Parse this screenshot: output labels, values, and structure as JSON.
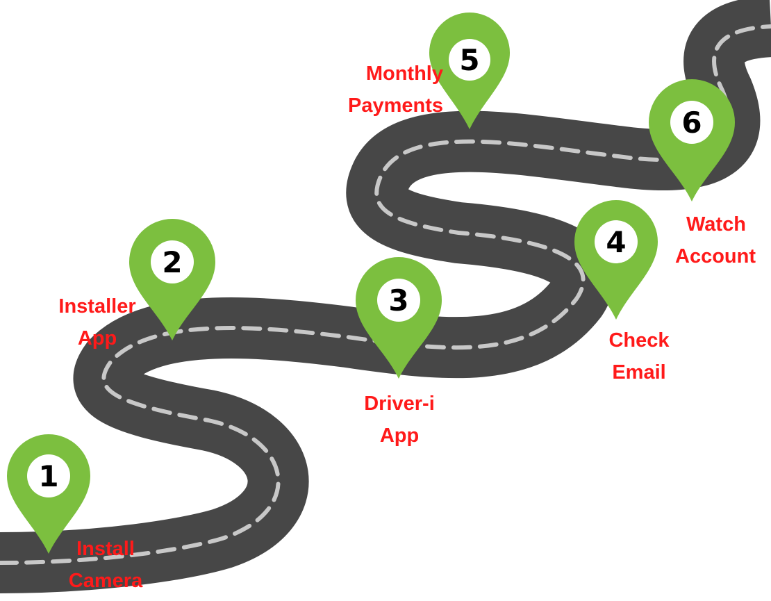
{
  "colors": {
    "road": "#474747",
    "road_dash": "#c8c8c8",
    "pin": "#7cbf3f",
    "pin_circle": "#ffffff",
    "pin_number": "#000000",
    "label": "#ff1a1a",
    "background": "#ffffff"
  },
  "steps": [
    {
      "number": "1",
      "label_lines": [
        "Install",
        "Camera"
      ]
    },
    {
      "number": "2",
      "label_lines": [
        "Installer",
        "App"
      ]
    },
    {
      "number": "3",
      "label_lines": [
        "Driver-i",
        "App"
      ]
    },
    {
      "number": "4",
      "label_lines": [
        "Check",
        "Email"
      ]
    },
    {
      "number": "5",
      "label_lines": [
        "Monthly",
        "Payments"
      ]
    },
    {
      "number": "6",
      "label_lines": [
        "Watch",
        "Account"
      ]
    }
  ]
}
